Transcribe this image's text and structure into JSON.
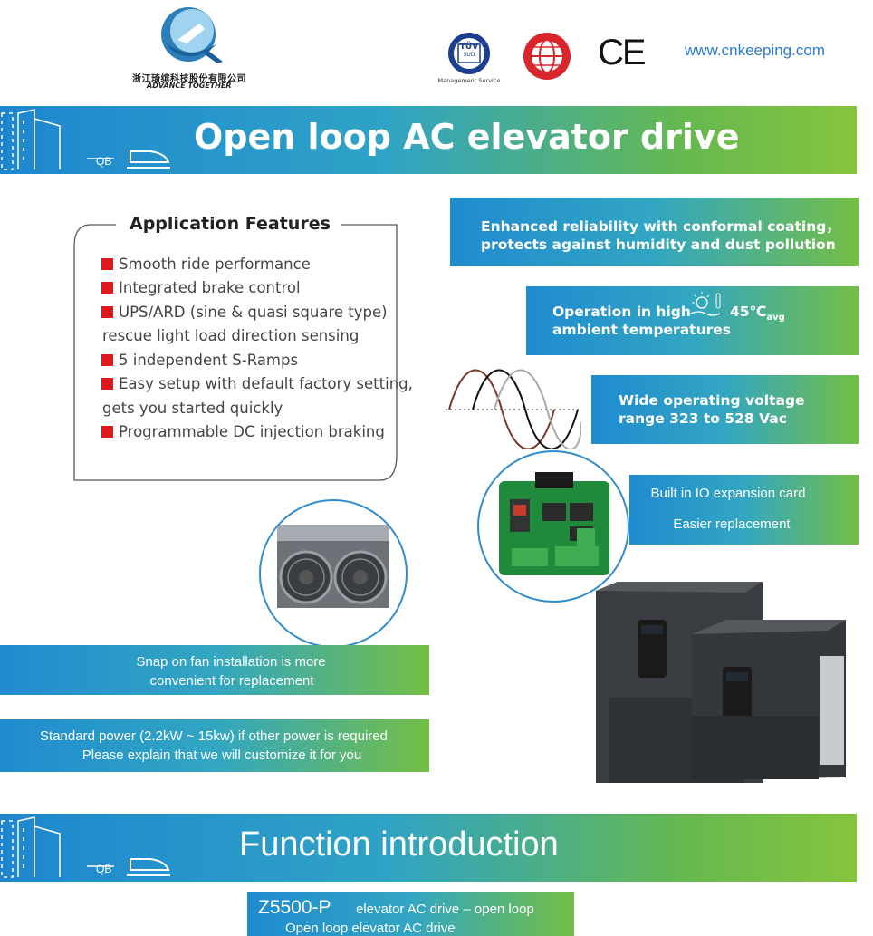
{
  "header": {
    "company_name_cn": "浙江琦缤科技股份有限公司",
    "company_slogan": "ADVANCE TOGETHER",
    "tuv_label_top": "TÜV",
    "tuv_label_sub": "SUD",
    "tuv_caption": "Management Service",
    "ce_mark": "CE",
    "website": "www.cnkeeping.com"
  },
  "banner1": {
    "badge": "QB",
    "title": "Open loop AC elevator drive"
  },
  "features": {
    "heading": "Application Features",
    "items": [
      {
        "line1": "Smooth ride performance"
      },
      {
        "line1": "Integrated brake control"
      },
      {
        "line1": "UPS/ARD (sine & quasi square type)",
        "line2": "rescue light load direction sensing"
      },
      {
        "line1": "5 independent S-Ramps"
      },
      {
        "line1": "Easy setup with default factory setting,",
        "line2": "gets you started quickly"
      },
      {
        "line1": "Programmable DC injection braking"
      }
    ]
  },
  "callouts": {
    "coating_line1": "Enhanced reliability with conformal coating，",
    "coating_line2": "protects against humidity and dust pollution",
    "temp_line1": "Operation in high",
    "temp_line2": "ambient temperatures",
    "temp_value": "45℃",
    "temp_sub": "avg",
    "voltage_line1": "Wide operating voltage",
    "voltage_line2": "range 323 to 528 Vac",
    "io_line1": "Built in IO expansion card",
    "io_line2": "Easier replacement",
    "fan_line1": "Snap on fan installation is more",
    "fan_line2": "convenient for replacement",
    "power_line1": "Standard power (2.2kW ~ 15kw) if other power is required",
    "power_line2": "Please explain that we will customize it for you"
  },
  "banner2": {
    "badge": "QB",
    "title": "Function introduction"
  },
  "model": {
    "code": "Z5500-P",
    "desc": "elevator AC drive – open loop",
    "line2": "Open loop elevator AC drive"
  },
  "colors": {
    "blue": "#1e86cf",
    "green": "#86c43d",
    "red": "#e0191e",
    "link": "#2a7bd4"
  }
}
